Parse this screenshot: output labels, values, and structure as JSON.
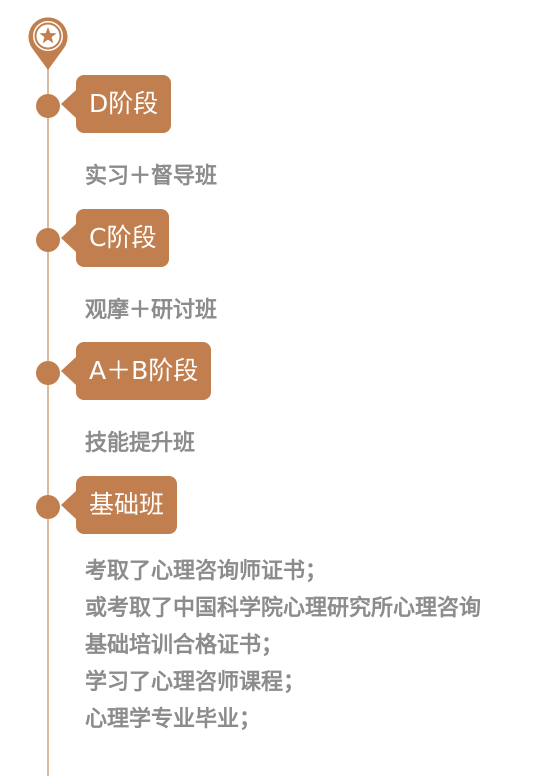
{
  "timeline": {
    "accent_color": "#c17f50",
    "line_color": "#dcb99a",
    "text_color": "#8c8c8c",
    "top_icon": "star-map-pin-icon",
    "stages": [
      {
        "label": "D阶段",
        "desc": "实习＋督导班"
      },
      {
        "label": "C阶段",
        "desc": "观摩＋研讨班"
      },
      {
        "label": "A＋B阶段",
        "desc": "技能提升班"
      },
      {
        "label": "基础班",
        "requirements": [
          "考取了心理咨询师证书；",
          "或考取了中国科学院心理研究所心理咨询",
          "基础培训合格证书；",
          "学习了心理咨师课程；",
          "心理学专业毕业；"
        ]
      }
    ]
  }
}
